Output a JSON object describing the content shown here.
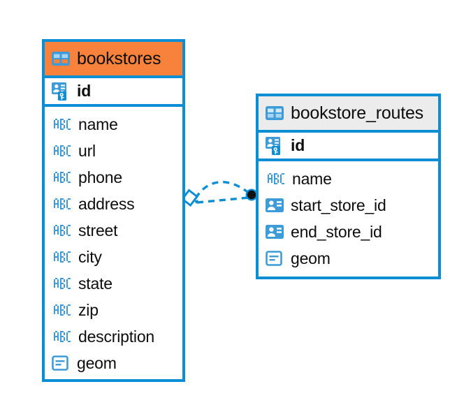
{
  "diagram": {
    "type": "entity-relationship-diagram",
    "background": "#ffffff",
    "colors": {
      "entity_border": "#0b8ed4",
      "bookstores_header": "#f8823c",
      "routes_header": "#ececec",
      "icon_blue": "#3d9bd8",
      "icon_blue_dark": "#0b8ed4",
      "connector_line": "#0b8ed4",
      "connector_endpoint": "#111111",
      "text": "#0d0d0d"
    },
    "entities": [
      {
        "id": "bookstores",
        "name": "bookstores",
        "header_icon": "table-icon",
        "header_style": "orange",
        "primary_key": {
          "name": "id",
          "icon": "primary-key-icon",
          "type": "pk"
        },
        "fields": [
          {
            "name": "name",
            "icon": "abc-text-icon",
            "type": "text"
          },
          {
            "name": "url",
            "icon": "abc-text-icon",
            "type": "text"
          },
          {
            "name": "phone",
            "icon": "abc-text-icon",
            "type": "text"
          },
          {
            "name": "address",
            "icon": "abc-text-icon",
            "type": "text"
          },
          {
            "name": "street",
            "icon": "abc-text-icon",
            "type": "text"
          },
          {
            "name": "city",
            "icon": "abc-text-icon",
            "type": "text"
          },
          {
            "name": "state",
            "icon": "abc-text-icon",
            "type": "text"
          },
          {
            "name": "zip",
            "icon": "abc-text-icon",
            "type": "text"
          },
          {
            "name": "description",
            "icon": "abc-text-icon",
            "type": "text"
          },
          {
            "name": "geom",
            "icon": "geometry-icon",
            "type": "geometry"
          }
        ]
      },
      {
        "id": "bookstore_routes",
        "name": "bookstore_routes",
        "header_icon": "table-icon",
        "header_style": "gray",
        "primary_key": {
          "name": "id",
          "icon": "primary-key-icon",
          "type": "pk"
        },
        "fields": [
          {
            "name": "name",
            "icon": "abc-text-icon",
            "type": "text"
          },
          {
            "name": "start_store_id",
            "icon": "foreign-key-icon",
            "type": "fk"
          },
          {
            "name": "end_store_id",
            "icon": "foreign-key-icon",
            "type": "fk"
          },
          {
            "name": "geom",
            "icon": "geometry-icon",
            "type": "geometry"
          }
        ]
      }
    ],
    "relationship": {
      "from": "bookstores",
      "to": "bookstore_routes",
      "line_style": "dashed",
      "source_marker": "diamond-icon",
      "target_marker": "filled-circle-icon",
      "branches": 2
    }
  }
}
